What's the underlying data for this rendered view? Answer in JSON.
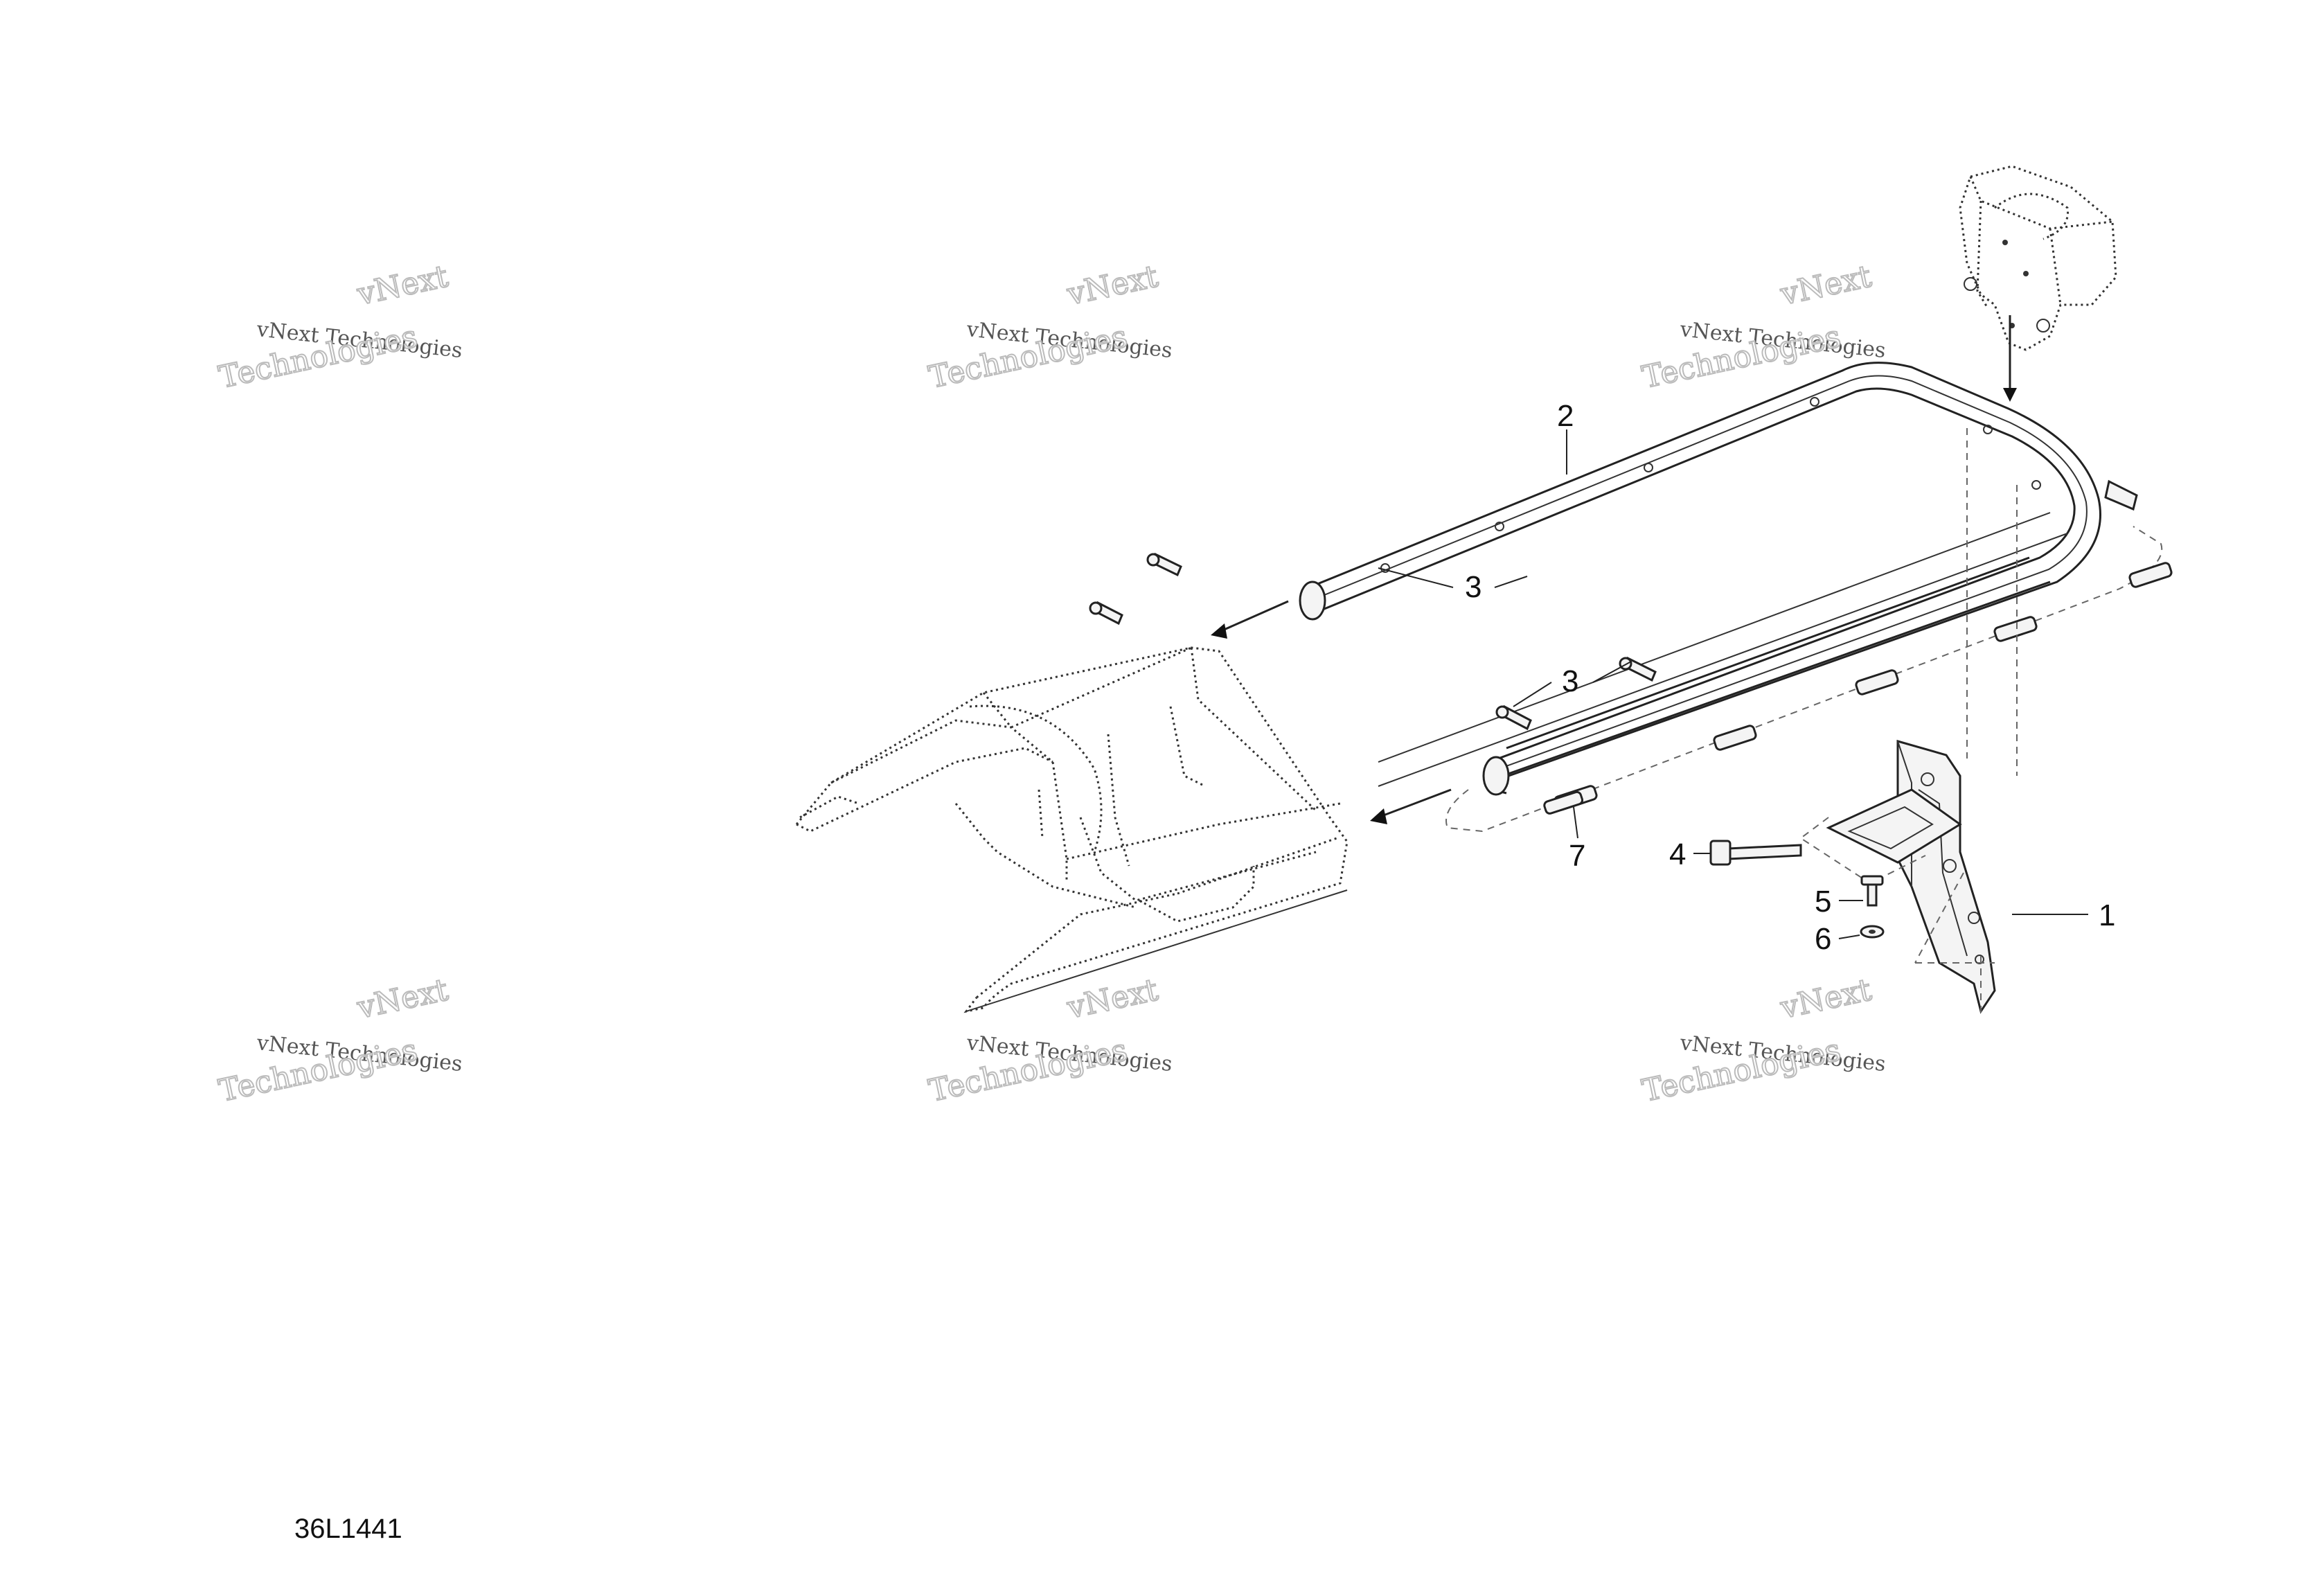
{
  "callouts": {
    "c1": "1",
    "c2": "2",
    "c3a": "3",
    "c3b": "3",
    "c4": "4",
    "c5": "5",
    "c6": "6",
    "c7": "7"
  },
  "drawing_code": "36L1441",
  "watermark": {
    "line1": "vNext Technologies",
    "line2": "vNext",
    "line3": "Technologies"
  }
}
